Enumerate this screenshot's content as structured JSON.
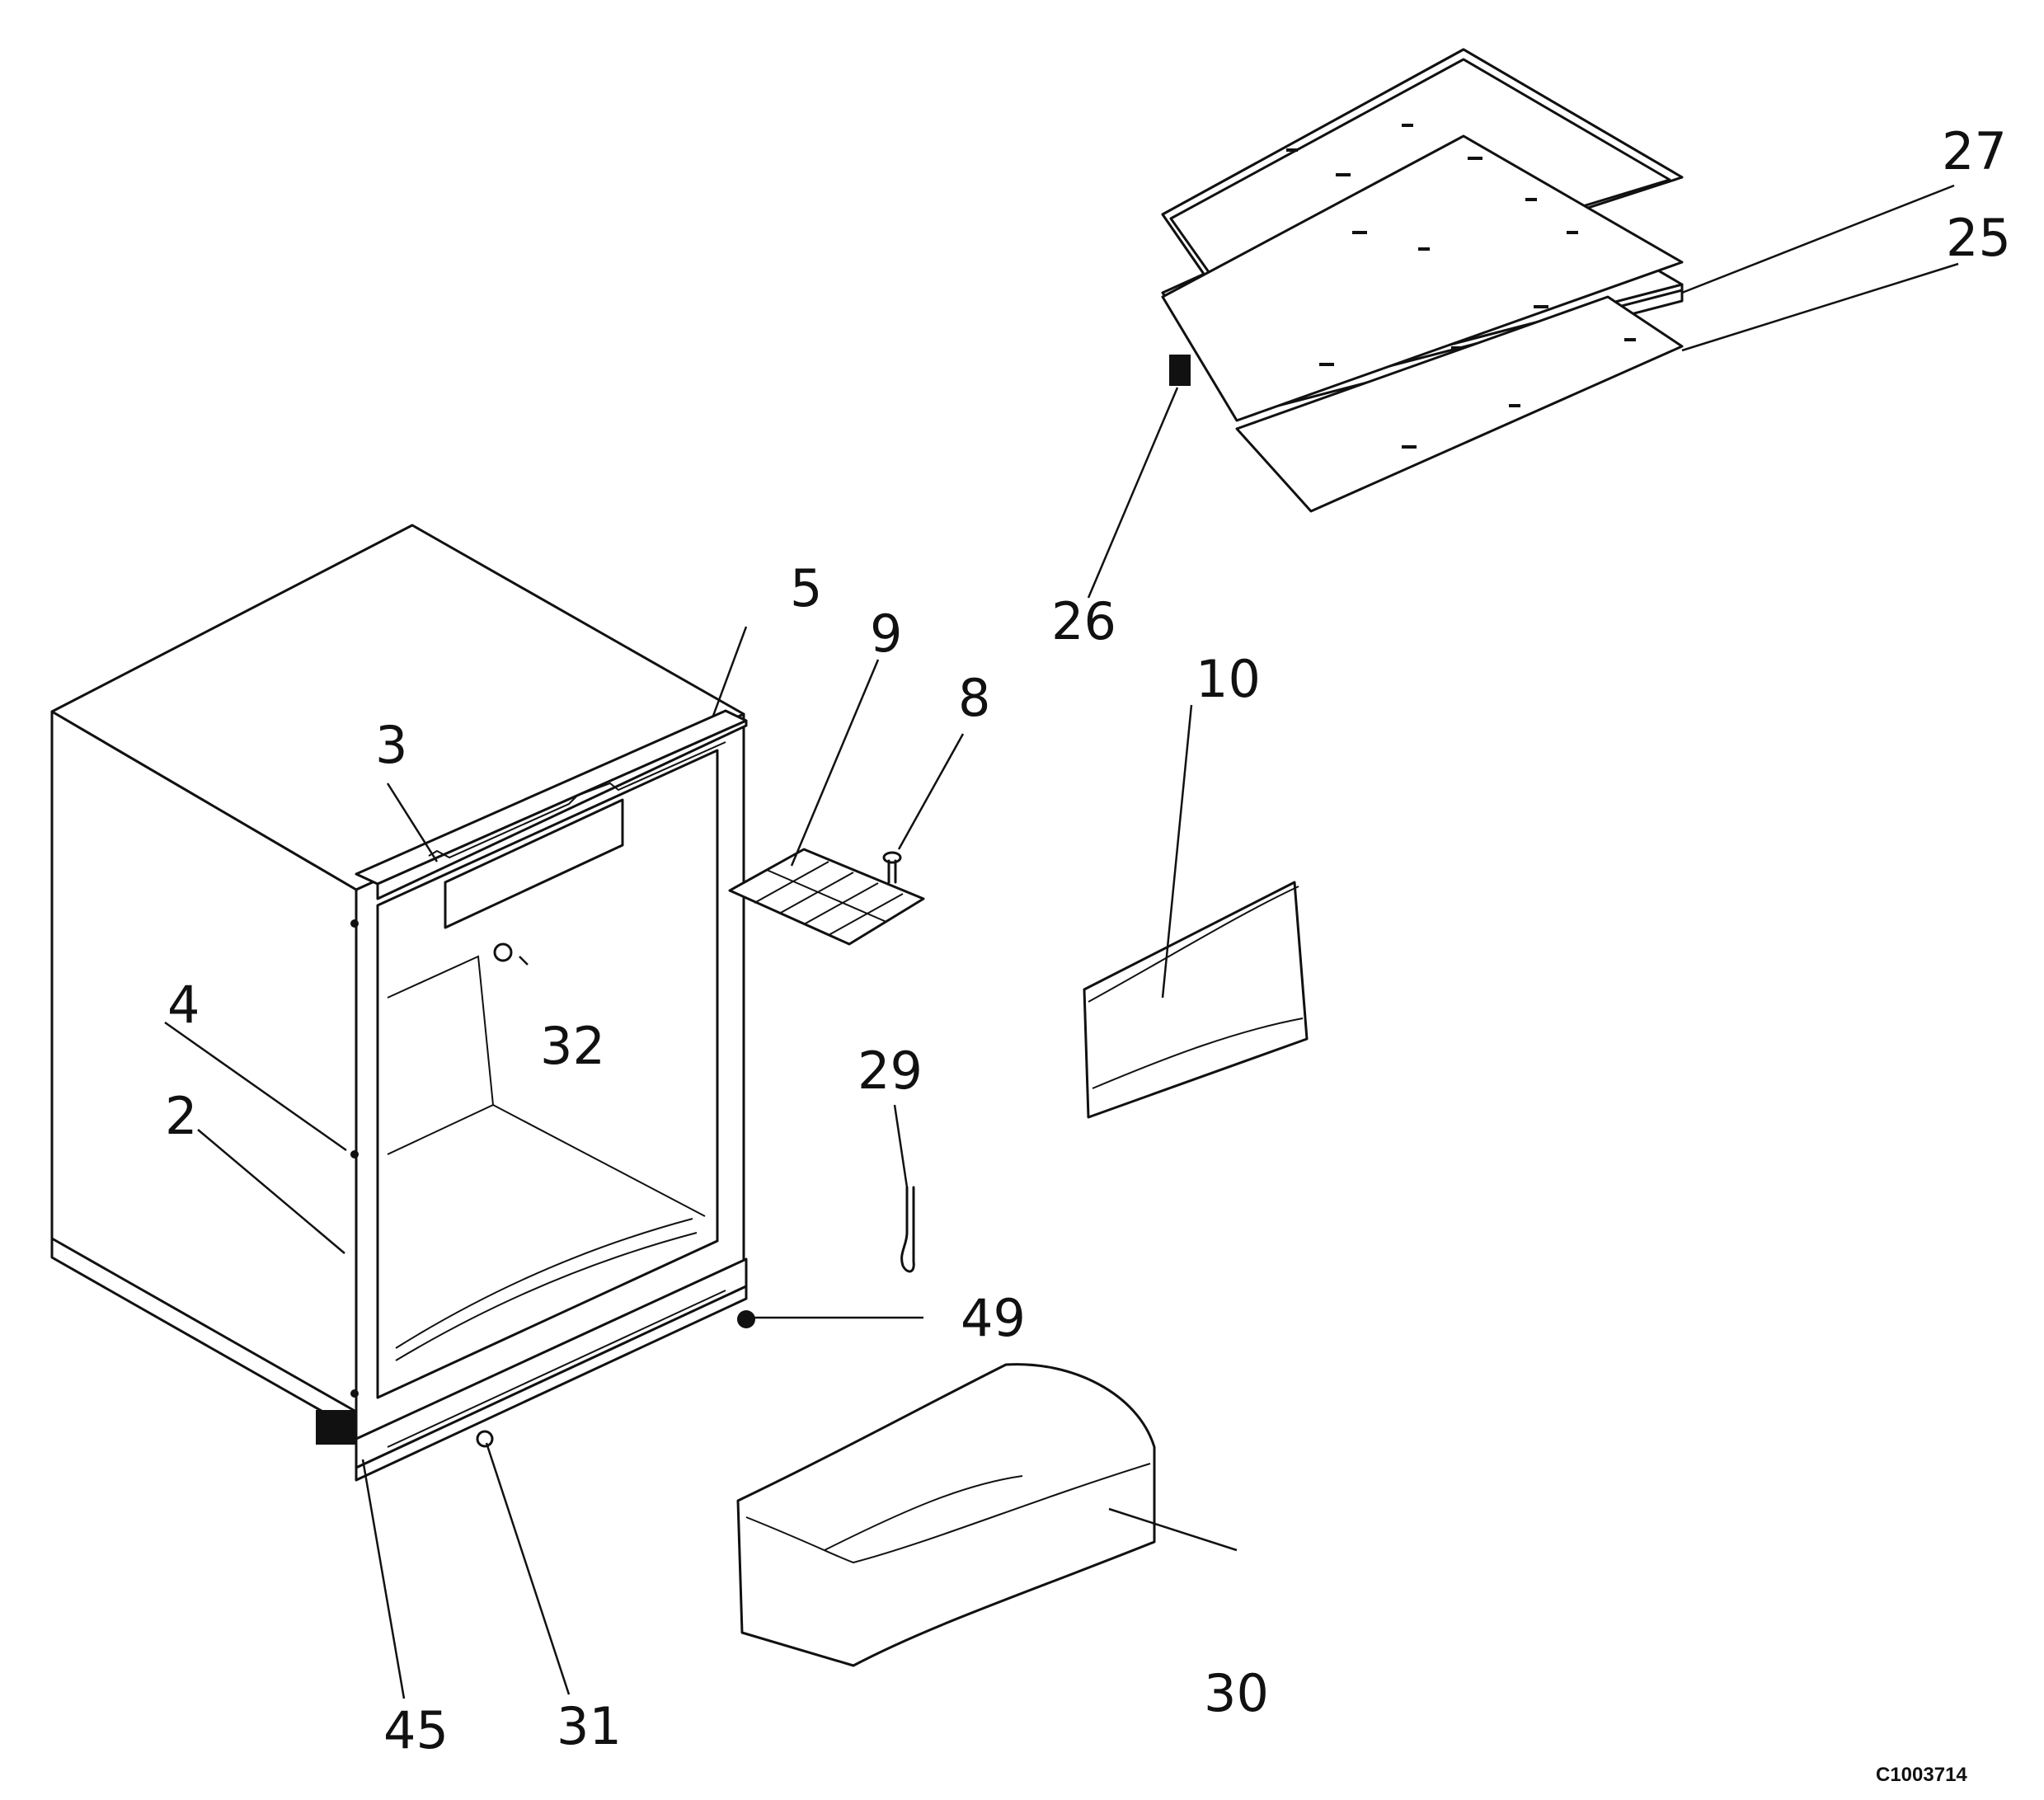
{
  "callouts": {
    "c2": "2",
    "c3": "3",
    "c4": "4",
    "c5": "5",
    "c8": "8",
    "c9": "9",
    "c10": "10",
    "c25": "25",
    "c26": "26",
    "c27": "27",
    "c29": "29",
    "c30": "30",
    "c31": "31",
    "c32": "32",
    "c45": "45",
    "c49": "49"
  },
  "document_id": "C1003714"
}
